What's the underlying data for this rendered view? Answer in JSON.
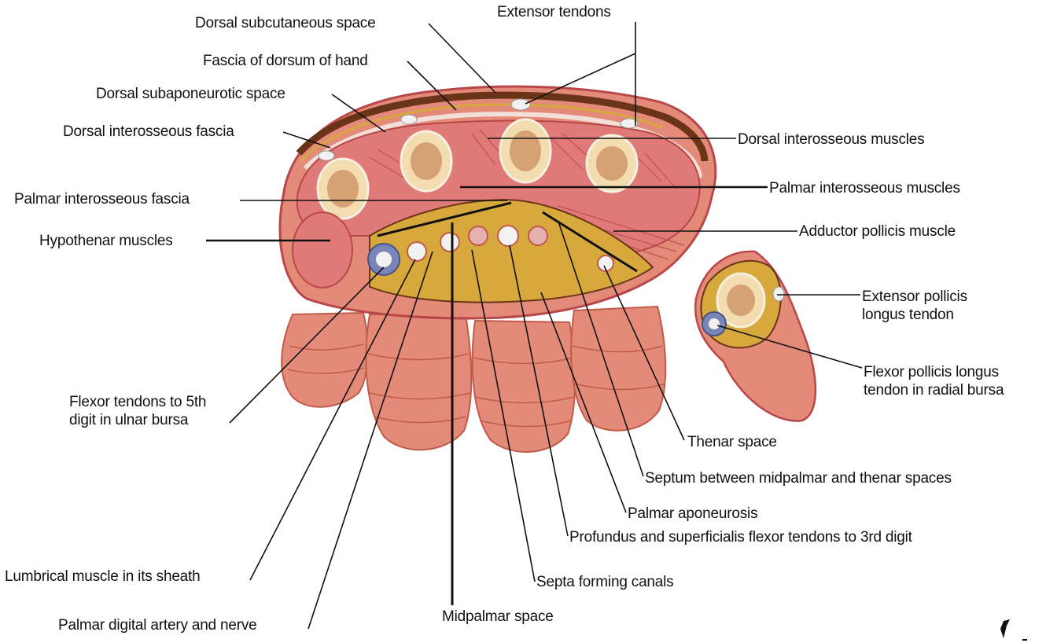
{
  "labels": {
    "dorsal_subcutaneous_space": "Dorsal subcutaneous space",
    "extensor_tendons": "Extensor tendons",
    "fascia_of_dorsum": "Fascia of dorsum of hand",
    "dorsal_subaponeurotic_space": "Dorsal subaponeurotic space",
    "dorsal_interosseous_fascia": "Dorsal interosseous fascia",
    "dorsal_interosseous_muscles": "Dorsal interosseous muscles",
    "palmar_interosseous_fascia": "Palmar interosseous fascia",
    "palmar_interosseous_muscles": "Palmar interosseous muscles",
    "hypothenar_muscles": "Hypothenar muscles",
    "adductor_pollicis_muscle": "Adductor pollicis muscle",
    "extensor_pollicis_longus_1": "Extensor pollicis",
    "extensor_pollicis_longus_2": "longus tendon",
    "flexor_pollicis_longus_1": "Flexor pollicis longus",
    "flexor_pollicis_longus_2": "tendon in radial bursa",
    "flexor_tendons_5th_1": "Flexor tendons to 5th",
    "flexor_tendons_5th_2": "digit in  ulnar bursa",
    "thenar_space": "Thenar space",
    "septum_between": "Septum between midpalmar and thenar spaces",
    "palmar_aponeurosis": "Palmar aponeurosis",
    "profundus_superficialis": "Profundus and superficialis flexor tendons to 3rd digit",
    "septa_forming_canals": "Septa forming canals",
    "lumbrical_muscle": "Lumbrical muscle in its sheath",
    "midpalmar_space": "Midpalmar space",
    "palmar_digital_artery": "Palmar digital artery and nerve"
  },
  "colors": {
    "skin": "#e48a78",
    "skin_dark": "#c25a4a",
    "muscle": "#df7a78",
    "muscle_dark": "#b9474a",
    "fascia": "#6a3418",
    "fat_yellow": "#d7a83c",
    "bone": "#f3dcb0",
    "marrow": "#c9895b",
    "tendon": "#f2f2f2",
    "bursa_blue": "#7b86b8",
    "leader": "#111111"
  }
}
